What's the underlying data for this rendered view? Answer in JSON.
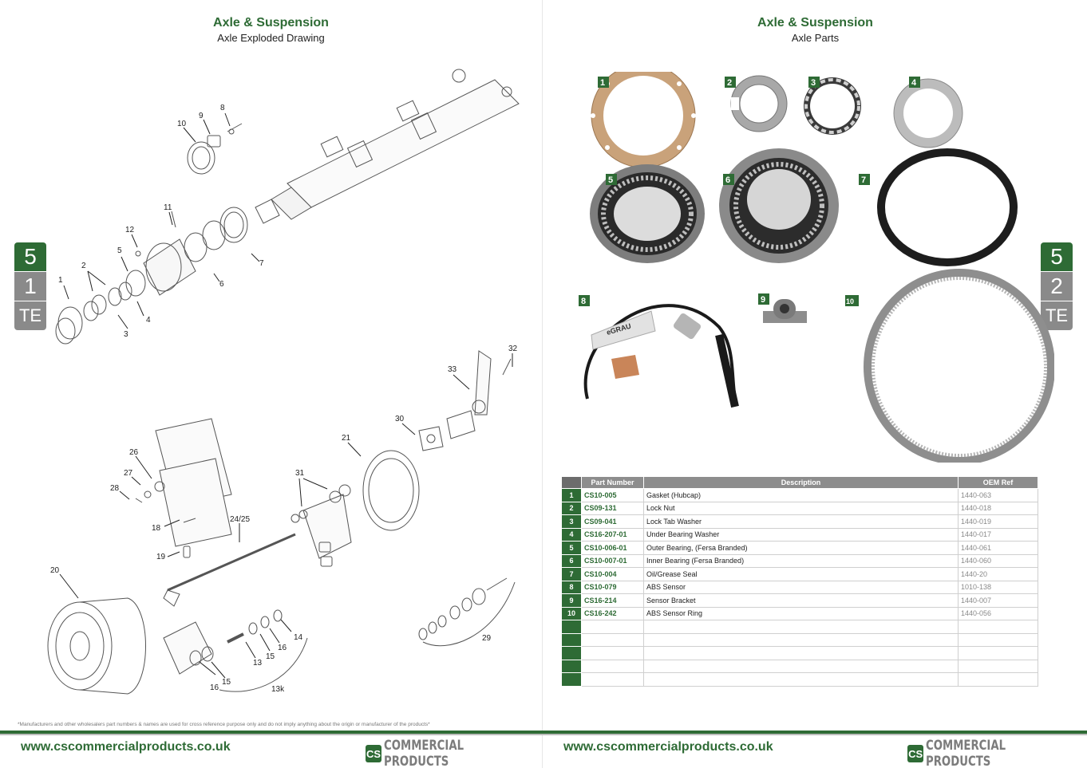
{
  "left_page": {
    "title": "Axle & Suspension",
    "subtitle": "Axle Exploded Drawing",
    "tab": [
      "5",
      "1",
      "TE"
    ],
    "callouts": [
      "10",
      "9",
      "8",
      "11",
      "12",
      "5",
      "2",
      "1",
      "3",
      "4",
      "6",
      "7",
      "32",
      "33",
      "30",
      "21",
      "31",
      "26",
      "27",
      "28",
      "18",
      "24/25",
      "19",
      "20",
      "14",
      "16",
      "15",
      "13",
      "15",
      "16",
      "13k",
      "29"
    ],
    "disclaimer": "*Manufacturers and other wholesalers part numbers & names are used for cross reference purpose only and do not imply anything about the origin or manufacturer of the products*",
    "url": "www.cscommercialproducts.co.uk",
    "logo_mark": "CS",
    "logo_text": "COMMERCIAL PRODUCTS"
  },
  "right_page": {
    "title": "Axle & Suspension",
    "subtitle": "Axle Parts",
    "tab": [
      "5",
      "2",
      "TE"
    ],
    "photo_badges": [
      "1",
      "2",
      "3",
      "4",
      "5",
      "6",
      "7",
      "8",
      "9",
      "10"
    ],
    "sensor_tube_label": "eGRAU",
    "url": "www.cscommercialproducts.co.uk",
    "logo_mark": "CS",
    "logo_text": "COMMERCIAL PRODUCTS",
    "table": {
      "headers": [
        "Part Number",
        "Description",
        "OEM Ref"
      ],
      "rows": [
        {
          "n": "1",
          "part": "CS10-005",
          "desc": "Gasket (Hubcap)",
          "oem": "1440-063"
        },
        {
          "n": "2",
          "part": "CS09-131",
          "desc": "Lock Nut",
          "oem": "1440-018"
        },
        {
          "n": "3",
          "part": "CS09-041",
          "desc": "Lock Tab Washer",
          "oem": "1440-019"
        },
        {
          "n": "4",
          "part": "CS16-207-01",
          "desc": "Under Bearing Washer",
          "oem": "1440-017"
        },
        {
          "n": "5",
          "part": "CS10-006-01",
          "desc": "Outer Bearing, (Fersa Branded)",
          "oem": "1440-061"
        },
        {
          "n": "6",
          "part": "CS10-007-01",
          "desc": "Inner Bearing (Fersa Branded)",
          "oem": "1440-060"
        },
        {
          "n": "7",
          "part": "CS10-004",
          "desc": "Oil/Grease Seal",
          "oem": "1440-20"
        },
        {
          "n": "8",
          "part": "CS10-079",
          "desc": "ABS Sensor",
          "oem": "1010-138"
        },
        {
          "n": "9",
          "part": "CS16-214",
          "desc": "Sensor Bracket",
          "oem": "1440-007"
        },
        {
          "n": "10",
          "part": "CS16-242",
          "desc": "ABS Sensor Ring",
          "oem": "1440-056"
        },
        {
          "n": "",
          "part": "",
          "desc": "",
          "oem": ""
        },
        {
          "n": "",
          "part": "",
          "desc": "",
          "oem": ""
        },
        {
          "n": "",
          "part": "",
          "desc": "",
          "oem": ""
        },
        {
          "n": "",
          "part": "",
          "desc": "",
          "oem": ""
        },
        {
          "n": "",
          "part": "",
          "desc": "",
          "oem": ""
        }
      ]
    }
  },
  "colors": {
    "brand_green": "#2e6b35",
    "tab_grey": "#8a8a8a",
    "header_grey": "#8d8d8d"
  }
}
